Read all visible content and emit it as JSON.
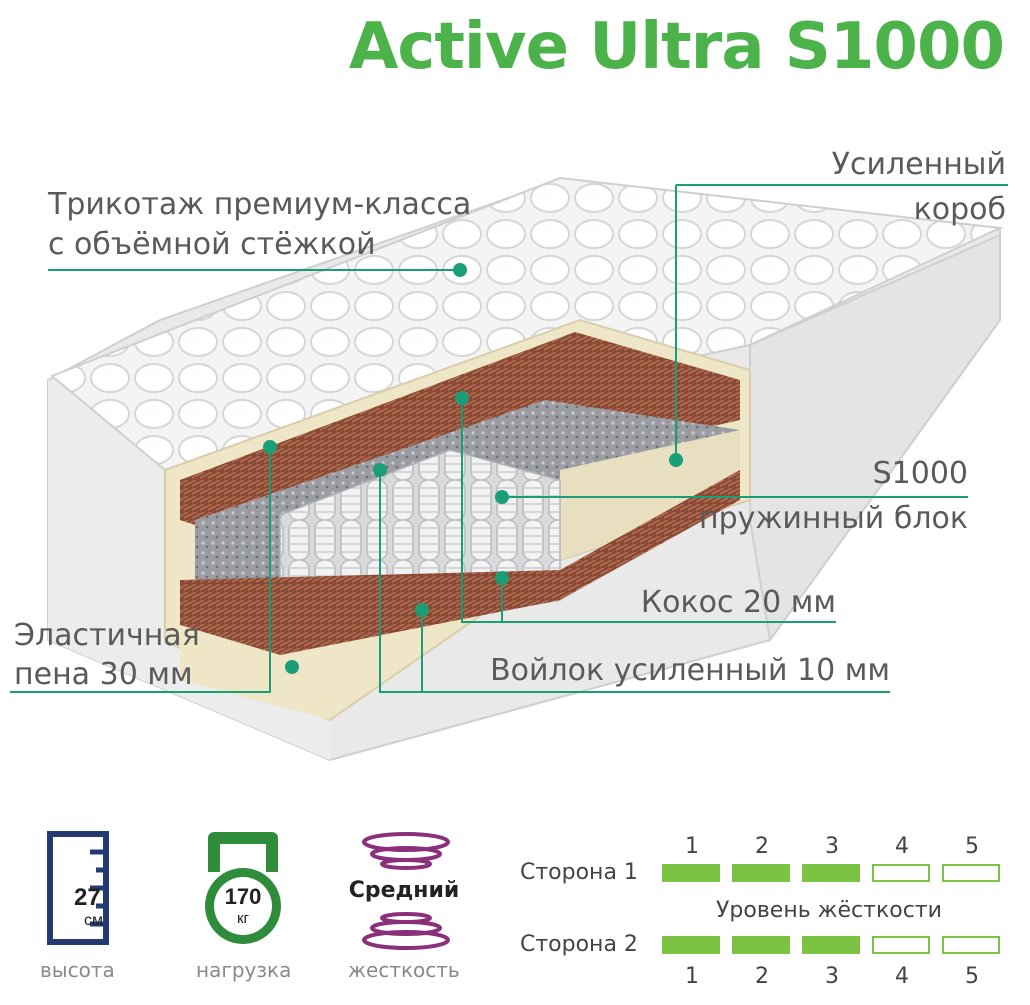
{
  "product": {
    "title": "Active Ultra S1000"
  },
  "callouts": {
    "fabric_line1": "Трикотаж премиум-класса",
    "fabric_line2": "с объёмной стёжкой",
    "box_line1": "Усиленный",
    "box_line2": "короб",
    "spring_line1": "S1000",
    "spring_line2": "пружинный блок",
    "coconut": "Кокос 20 мм",
    "felt": "Войлок усиленный 10 мм",
    "foam_line1": "Эластичная",
    "foam_line2": "пена 30 мм"
  },
  "specs": {
    "height": {
      "value": "27",
      "unit": "см",
      "caption": "высота",
      "icon": "ruler-icon"
    },
    "load": {
      "value": "170",
      "unit": "кг",
      "caption": "нагрузка",
      "icon": "kettlebell-icon"
    },
    "firmness": {
      "value": "Средний",
      "caption": "жесткость",
      "icon": "spring-icon"
    }
  },
  "firmness_scale": {
    "levels": [
      "1",
      "2",
      "3",
      "4",
      "5"
    ],
    "caption": "Уровень жёсткости",
    "sides": [
      {
        "label": "Сторона 1",
        "level": 3
      },
      {
        "label": "Сторона 2",
        "level": 3
      }
    ],
    "accent_color": "#7cc243",
    "title_color": "#4bb34a",
    "line_color": "#1a9e76"
  }
}
